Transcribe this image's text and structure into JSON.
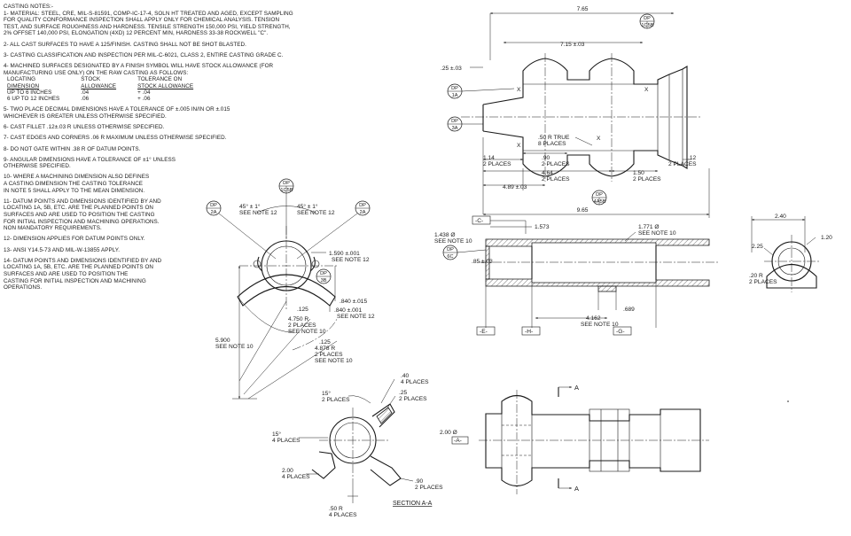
{
  "notes": {
    "title": "CASTING NOTES:-",
    "items": [
      {
        "lines": [
          "1- MATERIAL: STEEL, CRE, MIL-S-81591, COMP-IC-17-4, SOLN HT TREATED AND AGED, EXCEPT SAMPLING",
          "FOR QUALITY CONFORMANCE INSPECTION SHALL APPLY ONLY FOR CHEMICAL ANALYSIS. TENSION",
          "TEST, AND SURFACE ROUGHNESS AND HARDNESS. TENSILE STRENGTH 150,000 PSI, YIELD STRENGTH,",
          "2% OFFSET 140,000 PSI, ELONGATION (4xD) 12 PERCENT MIN, HARDNESS 33-38 ROCKWELL \"C\"."
        ]
      },
      {
        "lines": [
          "2- ALL CAST SURFACES TO HAVE A 125/FINISH. CASTING SHALL NOT BE SHOT BLASTED."
        ]
      },
      {
        "lines": [
          "3- CASTING CLASSIFICATION AND INSPECTION PER MIL-C-6021, CLASS 2, ENTIRE CASTING GRADE C."
        ]
      },
      {
        "lines": [
          "4- MACHINED SURFACES DESIGNATED BY A FINISH SYMBOL WILL HAVE STOCK ALLOWANCE (FOR",
          "MANUFACTURING USE ONLY) ON THE RAW CASTING AS FOLLOWS:"
        ]
      },
      {
        "lines": [
          "5- TWO PLACE DECIMAL DIMENSIONS HAVE A TOLERANCE OF ±.005 IN/IN OR ±.015",
          "WHICHEVER IS GREATER UNLESS OTHERWISE SPECIFIED."
        ]
      },
      {
        "lines": [
          "6- CAST FILLET .12±.03 R UNLESS OTHERWISE SPECIFIED."
        ]
      },
      {
        "lines": [
          "7- CAST EDGES AND CORNERS .06 R MAXIMUM UNLESS OTHERWISE SPECIFIED."
        ]
      },
      {
        "lines": [
          "8- DO NOT GATE WITHIN .38 R OF DATUM POINTS."
        ]
      },
      {
        "lines": [
          "9- ANGULAR DIMENSIONS HAVE A TOLERANCE OF ±1° UNLESS",
          "OTHERWISE SPECIFIED."
        ]
      },
      {
        "lines": [
          "10- WHERE A MACHINING DIMENSION ALSO DEFINES",
          "A CASTING DIMENSION THE CASTING TOLERANCE",
          "IN NOTE 5 SHALL APPLY TO THE MEAN DIMENSION."
        ]
      },
      {
        "lines": [
          "11- DATUM POINTS AND DIMENSIONS IDENTIFIED BY AND",
          "LOCATING 1A, 5B, ETC. ARE THE PLANNED POINTS ON",
          "SURFACES AND ARE USED TO POSITION THE CASTING",
          "FOR INITIAL INSPECTION AND MACHINING OPERATIONS.",
          "NON MANDATORY REQUIREMENTS."
        ]
      },
      {
        "lines": [
          "12- DIMENSION APPLIES FOR DATUM POINTS ONLY."
        ]
      },
      {
        "lines": [
          "13- ANSI Y14.5-73 AND MIL-W-13855 APPLY."
        ]
      },
      {
        "lines": [
          "14- DATUM POINTS AND DIMENSIONS IDENTIFIED BY AND",
          "LOCATING 1A, 5B, ETC. ARE THE PLANNED POINTS ON",
          "SURFACES AND ARE USED TO POSITION THE",
          "CASTING FOR INITIAL INSPECTION AND MACHINING",
          "OPERATIONS."
        ]
      }
    ],
    "stock_table": {
      "headers": [
        [
          "LOCATING",
          "STOCK",
          "TOLERANCE ON"
        ],
        [
          "DIMENSION",
          "ALLOWANCE",
          "STOCK ALLOWANCE"
        ]
      ],
      "rows": [
        [
          "UP TO 6 INCHES",
          ".04",
          "+ .04"
        ],
        [
          "6 UP TO 12 INCHES",
          ".06",
          "+ .06"
        ]
      ]
    }
  },
  "top_view": {
    "overall": "7.65",
    "inner": "7.15 ±.03",
    "left_offset": ".25 ±.03",
    "radius_note": ".50 R TRUE",
    "radius_places": "8 PLACES",
    "d114": "1.14",
    "d114p": "2 PLACES",
    "d90": ".90",
    "d90p": "2 PLACES",
    "d12": ".12",
    "d12p": "2 PLACES",
    "d464": "4.64",
    "d464p": "2 PLACES",
    "d150": "1.50",
    "d150p": "2 PLACES",
    "d489": "4.89 ±.03",
    "d965": "9.65",
    "datum_top": [
      "DP",
      "1C",
      "5B"
    ],
    "datum_1a": [
      "DP",
      "1A"
    ],
    "datum_3a": [
      "DP",
      "3A"
    ],
    "datum_bottom": [
      "DP",
      "4A",
      "5B"
    ]
  },
  "end_view": {
    "a45l": "45° ± 1°",
    "a45lnote": "SEE NOTE 12",
    "a45r": "45° ± 1°",
    "a45rnote": "SEE NOTE 12",
    "d1590": "1.590 ±.001",
    "d1590note": "SEE NOTE 12",
    "d840": ".840 ±.015",
    "d840b": ".840 ±.001",
    "d840bnote": "SEE NOTE 12",
    "r125a": ".125",
    "r125b": ".125",
    "r4750": "4.750 R",
    "r4750p": "2 PLACES",
    "r4750note": "SEE NOTE 10",
    "r4878": "4.878 R",
    "r4878p": "2 PLACES",
    "r4878note": "SEE NOTE 10",
    "d5900": "5.900",
    "d5900note": "SEE NOTE 10",
    "datum_top": [
      "DP",
      "1C",
      "5B"
    ],
    "datum_left": [
      "DP",
      "2A"
    ],
    "datum_right": [
      "DP",
      "2A"
    ],
    "datum_side": [
      "DP",
      "3B"
    ]
  },
  "section_lengthwise": {
    "tag_c": "-C-",
    "d1573": "1.573",
    "d1438": "1.438 Ø",
    "d1438note": "SEE NOTE 10",
    "d1771": "1.771 Ø",
    "d1771note": "SEE NOTE 10",
    "d85": ".85 ±.03",
    "d4162": "4.162",
    "d4162note": "SEE NOTE 10",
    "d689": ".689",
    "tag_e": "-E-",
    "tag_h": "-H-",
    "tag_g": "-G-",
    "datum": [
      "DP",
      "6C"
    ]
  },
  "end_small": {
    "d240": "2.40",
    "d225": "2.25",
    "d120": "1.20",
    "r20": ".20 R",
    "r20p": "2 PLACES"
  },
  "section_aa": {
    "d40": ".40",
    "d40p": "4 PLACES",
    "d25": ".25",
    "d25p": "2 PLACES",
    "a15a": "15°",
    "a15ap": "2 PLACES",
    "a15b": "15°",
    "a15bp": "4 PLACES",
    "d200": "2.00",
    "d200p": "4 PLACES",
    "d90": ".90",
    "d90p": "2 PLACES",
    "r50": ".50 R",
    "r50p": "4 PLACES",
    "title": "SECTION A-A"
  },
  "bottom_view": {
    "d200": "2.00 Ø",
    "tag_a": "-A-",
    "cut_top": "A",
    "cut_bottom": "A"
  }
}
